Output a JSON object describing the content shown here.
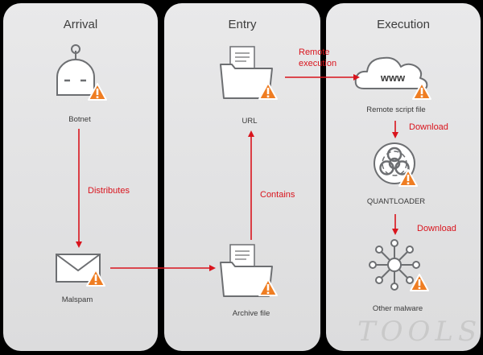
{
  "panels": [
    {
      "title": "Arrival"
    },
    {
      "title": "Entry"
    },
    {
      "title": "Execution"
    }
  ],
  "nodes": {
    "botnet": "Botnet",
    "malspam": "Malspam",
    "url": "URL",
    "archive": "Archive file",
    "remote_script": "Remote script file",
    "quantloader": "QUANTLOADER",
    "other_malware": "Other malware",
    "www_text": "www"
  },
  "edges": {
    "distributes": "Distributes",
    "contains": "Contains",
    "remote_execution_1": "Remote",
    "remote_execution_2": "execution",
    "download_1": "Download",
    "download_2": "Download"
  },
  "watermark": "TOOLS",
  "colors": {
    "arrow": "#d9141d",
    "warning_fill": "#ef7d22",
    "icon_gray": "#6d6f72"
  }
}
